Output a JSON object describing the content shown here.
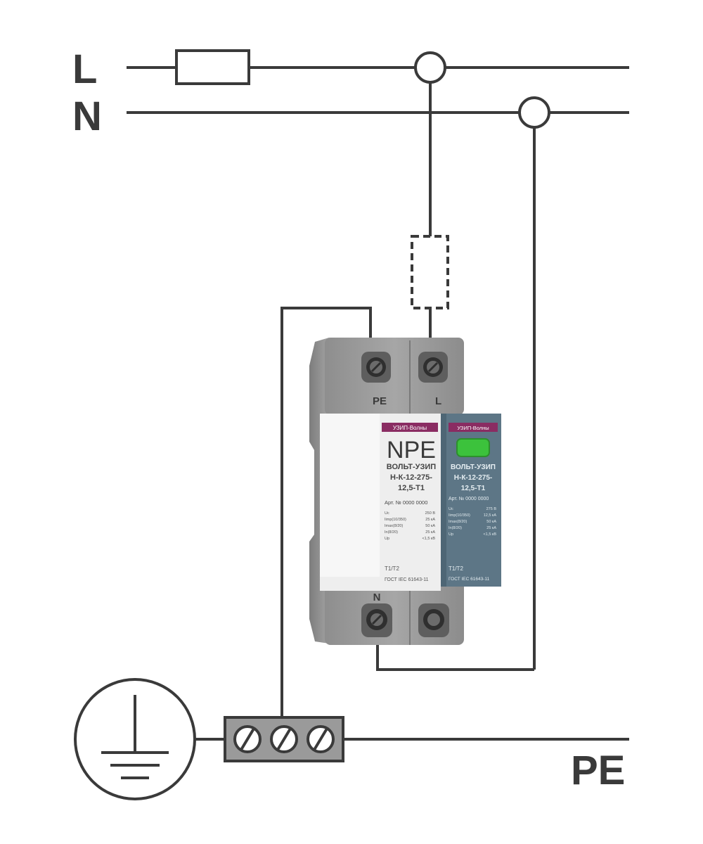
{
  "labels": {
    "line": "L",
    "neutral": "N",
    "protective_earth": "PE"
  },
  "device": {
    "left_module": {
      "top_terminal": "PE",
      "bottom_terminal": "N",
      "brand_bar": "УЗИП-Волны",
      "type": "NPE",
      "model": [
        "ВОЛЬТ-УЗИП",
        "Н-К-12-275-",
        "12,5-Т1"
      ],
      "article": "Арт. № 0000 0000",
      "specs": [
        [
          "Uc",
          "250 В"
        ],
        [
          "Iimp(10/350)",
          "25 кА"
        ],
        [
          "Imax(8/20)",
          "50 кА"
        ],
        [
          "In(8/20)",
          "25 кА"
        ],
        [
          "Up",
          "<1,5 кВ"
        ]
      ],
      "class": "Т1/Т2",
      "standard": "ГОСТ IEC 61643-11"
    },
    "right_module": {
      "top_terminal": "L",
      "brand_bar": "УЗИП-Волны",
      "model": [
        "ВОЛЬТ-УЗИП",
        "Н-К-12-275-",
        "12,5-Т1"
      ],
      "article": "Арт. № 0000 0000",
      "specs": [
        [
          "Uc",
          "275 В"
        ],
        [
          "Iimp(10/350)",
          "12,5 кА"
        ],
        [
          "Imax(8/20)",
          "50 кА"
        ],
        [
          "In(8/20)",
          "25 кА"
        ],
        [
          "Up",
          "<1,5 кВ"
        ]
      ],
      "class": "Т1/Т2",
      "standard": "ГОСТ IEC 61643-11"
    }
  },
  "colors": {
    "wire": "#3a3a3a",
    "device_grey": "#9a9a9a",
    "label_panel": "#eeeeee",
    "label_panel_blue": "#5d7686",
    "brand_bar": "#8a2c62",
    "indicator": "#3cc23c"
  }
}
